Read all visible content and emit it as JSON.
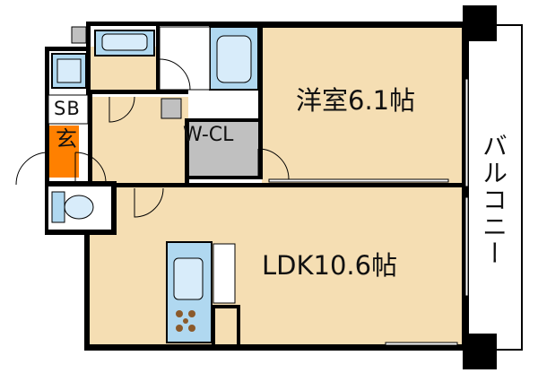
{
  "floorplan": {
    "rooms": {
      "western_room": "洋室6.1帖",
      "ldk": "LDK10.6帖",
      "walk_in_closet": "W-CL",
      "shoe_box": "SB",
      "entrance": "玄",
      "balcony": "バルコニー"
    },
    "colors": {
      "room_floor": "#f5deb3",
      "wall": "#000000",
      "closet_floor": "#c0c0c0",
      "entrance_tile": "#ff8000",
      "fixture_blue": "#b0d8f0",
      "stove_brown": "#8b5a2b"
    }
  }
}
